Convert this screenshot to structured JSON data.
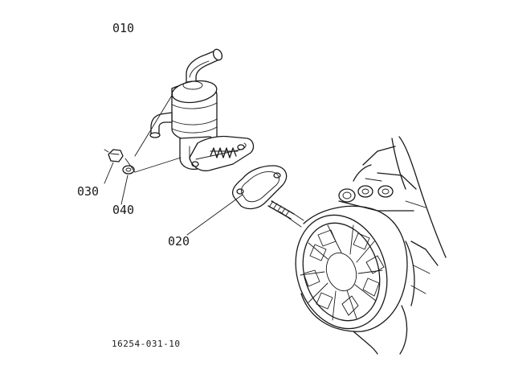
{
  "diagram": {
    "callouts": {
      "pump": "010",
      "gasket": "020",
      "nut": "030",
      "washer": "040"
    },
    "drawing_code": "16254-031-10"
  },
  "colors": {
    "line": "#1a1a1a",
    "background": "#ffffff"
  }
}
